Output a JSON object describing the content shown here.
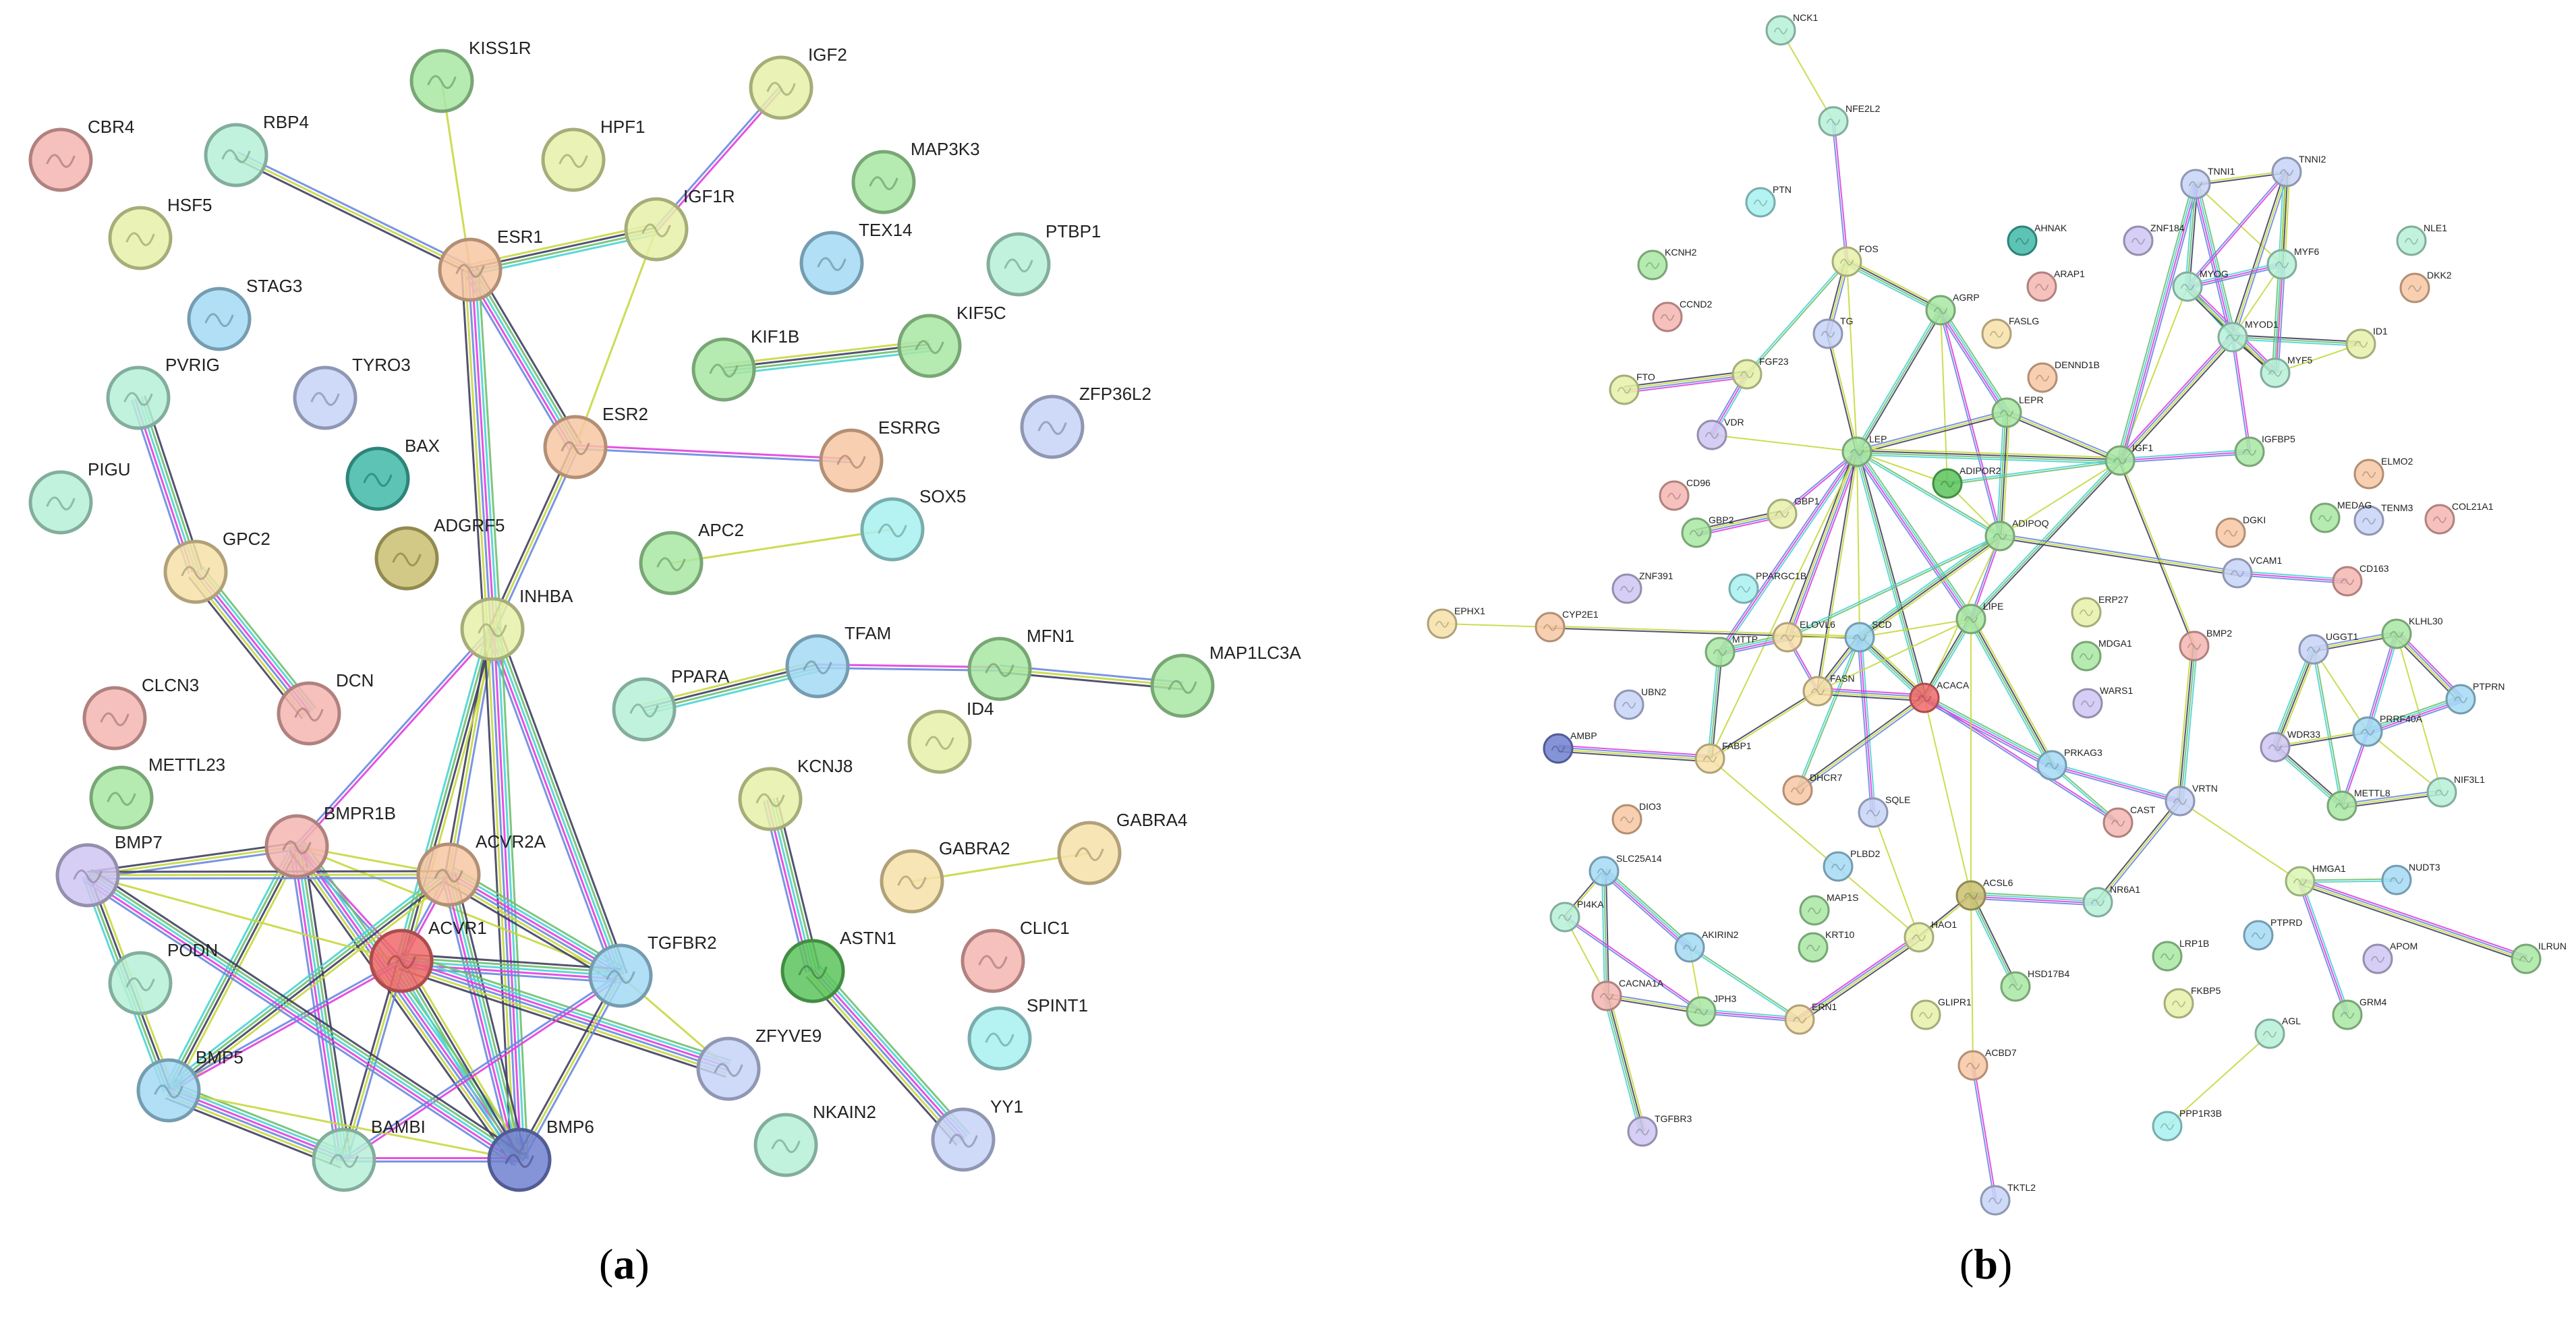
{
  "captions": {
    "a": "a",
    "b": "b"
  },
  "palette": [
    "#a8e6a3",
    "#a3d9f5",
    "#f5b5b0",
    "#cfc6f2",
    "#f6e0a8",
    "#b6f0d8",
    "#f7c7a3",
    "#c7d2f7",
    "#e6f0a8",
    "#f2a8d9",
    "#a8f0f0",
    "#d9f5b0"
  ],
  "panel_a": {
    "nodes": [
      {
        "id": "KISS1R",
        "c": "#a8e6a3"
      },
      {
        "id": "IGF2",
        "c": "#e6f0a8"
      },
      {
        "id": "CBR4",
        "c": "#f5b5b0"
      },
      {
        "id": "RBP4",
        "c": "#b6f0d8"
      },
      {
        "id": "HPF1",
        "c": "#e6f0a8"
      },
      {
        "id": "MAP3K3",
        "c": "#a8e6a3"
      },
      {
        "id": "HSF5",
        "c": "#e6f0a8"
      },
      {
        "id": "ESR1",
        "c": "#f7c7a3"
      },
      {
        "id": "IGF1R",
        "c": "#e6f0a8"
      },
      {
        "id": "TEX14",
        "c": "#a3d9f5"
      },
      {
        "id": "PTBP1",
        "c": "#b6f0d8"
      },
      {
        "id": "STAG3",
        "c": "#a3d9f5"
      },
      {
        "id": "KIF5C",
        "c": "#a8e6a3"
      },
      {
        "id": "PVRIG",
        "c": "#b6f0d8"
      },
      {
        "id": "TYRO3",
        "c": "#c7d2f7"
      },
      {
        "id": "KIF1B",
        "c": "#a8e6a3"
      },
      {
        "id": "ZFP36L2",
        "c": "#c7d2f7"
      },
      {
        "id": "BAX",
        "c": "#3fb8a8"
      },
      {
        "id": "ESR2",
        "c": "#f7c7a3"
      },
      {
        "id": "ESRRG",
        "c": "#f7c7a3"
      },
      {
        "id": "PIGU",
        "c": "#b6f0d8"
      },
      {
        "id": "ADGRF5",
        "c": "#c9c070"
      },
      {
        "id": "SOX5",
        "c": "#a8f0f0"
      },
      {
        "id": "GPC2",
        "c": "#f6e0a8"
      },
      {
        "id": "APC2",
        "c": "#a8e6a3"
      },
      {
        "id": "INHBA",
        "c": "#e6f0a8"
      },
      {
        "id": "TFAM",
        "c": "#a3d9f5"
      },
      {
        "id": "MFN1",
        "c": "#a8e6a3"
      },
      {
        "id": "MAP1LC3A",
        "c": "#a8e6a3"
      },
      {
        "id": "PPARA",
        "c": "#b6f0d8"
      },
      {
        "id": "CLCN3",
        "c": "#f5b5b0"
      },
      {
        "id": "DCN",
        "c": "#f5b5b0"
      },
      {
        "id": "ID4",
        "c": "#e6f0a8"
      },
      {
        "id": "METTL23",
        "c": "#a8e6a3"
      },
      {
        "id": "KCNJ8",
        "c": "#e6f0a8"
      },
      {
        "id": "BMPR1B",
        "c": "#f5b5b0"
      },
      {
        "id": "BMP7",
        "c": "#cfc6f2"
      },
      {
        "id": "ACVR2A",
        "c": "#f7c7a3"
      },
      {
        "id": "GABRA2",
        "c": "#f6e0a8"
      },
      {
        "id": "GABRA4",
        "c": "#f6e0a8"
      },
      {
        "id": "ACVR1",
        "c": "#f06a6a"
      },
      {
        "id": "PODN",
        "c": "#b6f0d8"
      },
      {
        "id": "TGFBR2",
        "c": "#a3d9f5"
      },
      {
        "id": "ASTN1",
        "c": "#5cc45c"
      },
      {
        "id": "CLIC1",
        "c": "#f5b5b0"
      },
      {
        "id": "SPINT1",
        "c": "#a8f0f0"
      },
      {
        "id": "BMP5",
        "c": "#a3d9f5"
      },
      {
        "id": "ZFYVE9",
        "c": "#c7d2f7"
      },
      {
        "id": "BAMBI",
        "c": "#b6f0d8"
      },
      {
        "id": "BMP6",
        "c": "#7080d0"
      },
      {
        "id": "NKAIN2",
        "c": "#b6f0d8"
      },
      {
        "id": "YY1",
        "c": "#c7d2f7"
      }
    ],
    "edges": [
      [
        "KISS1R",
        "ESR1"
      ],
      [
        "IGF2",
        "IGF1R"
      ],
      [
        "RBP4",
        "ESR1"
      ],
      [
        "ESR1",
        "IGF1R"
      ],
      [
        "ESR1",
        "ESR2"
      ],
      [
        "ESR1",
        "INHBA"
      ],
      [
        "IGF1R",
        "ESR2"
      ],
      [
        "ESR2",
        "ESRRG"
      ],
      [
        "ESR2",
        "INHBA"
      ],
      [
        "KIF1B",
        "KIF5C"
      ],
      [
        "PVRIG",
        "GPC2"
      ],
      [
        "GPC2",
        "DCN"
      ],
      [
        "APC2",
        "SOX5"
      ],
      [
        "TFAM",
        "MFN1"
      ],
      [
        "MFN1",
        "MAP1LC3A"
      ],
      [
        "PPARA",
        "TFAM"
      ],
      [
        "KCNJ8",
        "ASTN1"
      ],
      [
        "ASTN1",
        "YY1"
      ],
      [
        "GABRA2",
        "GABRA4"
      ],
      [
        "INHBA",
        "BMPR1B"
      ],
      [
        "INHBA",
        "ACVR2A"
      ],
      [
        "INHBA",
        "ACVR1"
      ],
      [
        "INHBA",
        "TGFBR2"
      ],
      [
        "INHBA",
        "BMP6"
      ],
      [
        "BMPR1B",
        "ACVR2A"
      ],
      [
        "BMPR1B",
        "ACVR1"
      ],
      [
        "BMPR1B",
        "BMP7"
      ],
      [
        "BMPR1B",
        "BMP5"
      ],
      [
        "BMPR1B",
        "BAMBI"
      ],
      [
        "BMPR1B",
        "BMP6"
      ],
      [
        "BMPR1B",
        "TGFBR2"
      ],
      [
        "ACVR2A",
        "ACVR1"
      ],
      [
        "ACVR2A",
        "BMP7"
      ],
      [
        "ACVR2A",
        "BMP5"
      ],
      [
        "ACVR2A",
        "BMP6"
      ],
      [
        "ACVR2A",
        "TGFBR2"
      ],
      [
        "ACVR1",
        "BMP7"
      ],
      [
        "ACVR1",
        "BMP5"
      ],
      [
        "ACVR1",
        "BAMBI"
      ],
      [
        "ACVR1",
        "BMP6"
      ],
      [
        "ACVR1",
        "TGFBR2"
      ],
      [
        "ACVR1",
        "ZFYVE9"
      ],
      [
        "TGFBR2",
        "ZFYVE9"
      ],
      [
        "TGFBR2",
        "BAMBI"
      ],
      [
        "TGFBR2",
        "BMP6"
      ],
      [
        "BMP7",
        "BMP5"
      ],
      [
        "BMP7",
        "BMP6"
      ],
      [
        "BMP5",
        "BAMBI"
      ],
      [
        "BMP5",
        "BMP6"
      ],
      [
        "BAMBI",
        "BMP6"
      ]
    ]
  },
  "panel_b": {
    "nodes": [
      {
        "id": "NCK1",
        "c": "#b6f0d8"
      },
      {
        "id": "NFE2L2",
        "c": "#b6f0d8"
      },
      {
        "id": "PTN",
        "c": "#a8f0f0"
      },
      {
        "id": "FOS",
        "c": "#e6f0a8"
      },
      {
        "id": "AHNAK",
        "c": "#3fb8a8"
      },
      {
        "id": "ARAP1",
        "c": "#f5b5b0"
      },
      {
        "id": "ZNF184",
        "c": "#cfc6f2"
      },
      {
        "id": "TNNI1",
        "c": "#c7d2f7"
      },
      {
        "id": "TNNI2",
        "c": "#c7d2f7"
      },
      {
        "id": "NLE1",
        "c": "#b6f0d8"
      },
      {
        "id": "KCNH2",
        "c": "#a8e6a3"
      },
      {
        "id": "CCND2",
        "c": "#f5b5b0"
      },
      {
        "id": "TG",
        "c": "#c7d2f7"
      },
      {
        "id": "AGRP",
        "c": "#a8e6a3"
      },
      {
        "id": "FASLG",
        "c": "#f6e0a8"
      },
      {
        "id": "MYOG",
        "c": "#b6f0d8"
      },
      {
        "id": "MYF6",
        "c": "#b6f0d8"
      },
      {
        "id": "DKK2",
        "c": "#f7c7a3"
      },
      {
        "id": "FTO",
        "c": "#e6f0a8"
      },
      {
        "id": "FGF23",
        "c": "#e6f0a8"
      },
      {
        "id": "DENND1B",
        "c": "#f7c7a3"
      },
      {
        "id": "MYOD1",
        "c": "#b6f0d8"
      },
      {
        "id": "ID1",
        "c": "#e6f0a8"
      },
      {
        "id": "MYF5",
        "c": "#b6f0d8"
      },
      {
        "id": "VDR",
        "c": "#cfc6f2"
      },
      {
        "id": "LEPR",
        "c": "#a8e6a3"
      },
      {
        "id": "IGF1",
        "c": "#a8e6a3"
      },
      {
        "id": "IGFBP5",
        "c": "#a8e6a3"
      },
      {
        "id": "ELMO2",
        "c": "#f7c7a3"
      },
      {
        "id": "LEP",
        "c": "#a8e6a3"
      },
      {
        "id": "TENM3",
        "c": "#c7d2f7"
      },
      {
        "id": "CD96",
        "c": "#f5b5b0"
      },
      {
        "id": "ADIPOR2",
        "c": "#5cc45c"
      },
      {
        "id": "GBP1",
        "c": "#e6f0a8"
      },
      {
        "id": "DGKI",
        "c": "#f7c7a3"
      },
      {
        "id": "MEDAG",
        "c": "#a8e6a3"
      },
      {
        "id": "COL21A1",
        "c": "#f5b5b0"
      },
      {
        "id": "GBP2",
        "c": "#a8e6a3"
      },
      {
        "id": "ADIPOQ",
        "c": "#a8e6a3"
      },
      {
        "id": "ZNF391",
        "c": "#cfc6f2"
      },
      {
        "id": "PPARGC1B",
        "c": "#a8f0f0"
      },
      {
        "id": "VCAM1",
        "c": "#c7d2f7"
      },
      {
        "id": "CD163",
        "c": "#f5b5b0"
      },
      {
        "id": "ERP27",
        "c": "#e6f0a8"
      },
      {
        "id": "EPHX1",
        "c": "#f6e0a8"
      },
      {
        "id": "CYP2E1",
        "c": "#f7c7a3"
      },
      {
        "id": "MTTP",
        "c": "#a8e6a3"
      },
      {
        "id": "ELOVL6",
        "c": "#f6e0a8"
      },
      {
        "id": "SCD",
        "c": "#a3d9f5"
      },
      {
        "id": "LIPE",
        "c": "#a8e6a3"
      },
      {
        "id": "MDGA1",
        "c": "#a8e6a3"
      },
      {
        "id": "BMP2",
        "c": "#f5b5b0"
      },
      {
        "id": "UGGT1",
        "c": "#c7d2f7"
      },
      {
        "id": "KLHL30",
        "c": "#a8e6a3"
      },
      {
        "id": "UBN2",
        "c": "#c7d2f7"
      },
      {
        "id": "FASN",
        "c": "#f6e0a8"
      },
      {
        "id": "ACACA",
        "c": "#f06a6a"
      },
      {
        "id": "WARS1",
        "c": "#cfc6f2"
      },
      {
        "id": "PTPRN",
        "c": "#a3d9f5"
      },
      {
        "id": "PRRF40A",
        "c": "#a3d9f5"
      },
      {
        "id": "WDR33",
        "c": "#cfc6f2"
      },
      {
        "id": "AMBP",
        "c": "#7080d0"
      },
      {
        "id": "FABP1",
        "c": "#f6e0a8"
      },
      {
        "id": "PRKAG3",
        "c": "#a3d9f5"
      },
      {
        "id": "NIF3L1",
        "c": "#b6f0d8"
      },
      {
        "id": "DHCR7",
        "c": "#f7c7a3"
      },
      {
        "id": "VRTN",
        "c": "#c7d2f7"
      },
      {
        "id": "METTL8",
        "c": "#a8e6a3"
      },
      {
        "id": "DIO3",
        "c": "#f7c7a3"
      },
      {
        "id": "SQLE",
        "c": "#c7d2f7"
      },
      {
        "id": "CAST",
        "c": "#f5b5b0"
      },
      {
        "id": "SLC25A14",
        "c": "#a3d9f5"
      },
      {
        "id": "PLBD2",
        "c": "#a3d9f5"
      },
      {
        "id": "HMGA1",
        "c": "#d9f5b0"
      },
      {
        "id": "NUDT3",
        "c": "#a3d9f5"
      },
      {
        "id": "ACSL6",
        "c": "#c9c070"
      },
      {
        "id": "PI4KA",
        "c": "#b6f0d8"
      },
      {
        "id": "MAP1S",
        "c": "#a8e6a3"
      },
      {
        "id": "NR6A1",
        "c": "#b6f0d8"
      },
      {
        "id": "AKIRIN2",
        "c": "#a3d9f5"
      },
      {
        "id": "PTPRD",
        "c": "#a3d9f5"
      },
      {
        "id": "APOM",
        "c": "#cfc6f2"
      },
      {
        "id": "ILRUN",
        "c": "#a8e6a3"
      },
      {
        "id": "KRT10",
        "c": "#a8e6a3"
      },
      {
        "id": "CACNA1A",
        "c": "#f5b5b0"
      },
      {
        "id": "HAO1",
        "c": "#e6f0a8"
      },
      {
        "id": "LRP1B",
        "c": "#a8e6a3"
      },
      {
        "id": "JPH3",
        "c": "#a8e6a3"
      },
      {
        "id": "ERN1",
        "c": "#f6e0a8"
      },
      {
        "id": "HSD17B4",
        "c": "#a8e6a3"
      },
      {
        "id": "FKBP5",
        "c": "#e6f0a8"
      },
      {
        "id": "GRM4",
        "c": "#a8e6a3"
      },
      {
        "id": "GLIPR1",
        "c": "#e6f0a8"
      },
      {
        "id": "AGL",
        "c": "#b6f0d8"
      },
      {
        "id": "ACBD7",
        "c": "#f7c7a3"
      },
      {
        "id": "TGFBR3",
        "c": "#cfc6f2"
      },
      {
        "id": "PPP1R3B",
        "c": "#a8f0f0"
      },
      {
        "id": "TKTL2",
        "c": "#c7d2f7"
      }
    ],
    "edges": [
      [
        "NCK1",
        "NFE2L2"
      ],
      [
        "NFE2L2",
        "FOS"
      ],
      [
        "FOS",
        "TG"
      ],
      [
        "FOS",
        "AGRP"
      ],
      [
        "FOS",
        "LEP"
      ],
      [
        "FOS",
        "FGF23"
      ],
      [
        "FGF23",
        "VDR"
      ],
      [
        "FGF23",
        "FTO"
      ],
      [
        "VDR",
        "LEP"
      ],
      [
        "TG",
        "LEP"
      ],
      [
        "AGRP",
        "LEP"
      ],
      [
        "AGRP",
        "LEPR"
      ],
      [
        "AGRP",
        "ADIPOR2"
      ],
      [
        "AGRP",
        "ADIPOQ"
      ],
      [
        "LEP",
        "LEPR"
      ],
      [
        "LEP",
        "IGF1"
      ],
      [
        "LEP",
        "ADIPOR2"
      ],
      [
        "LEP",
        "ADIPOQ"
      ],
      [
        "LEP",
        "MTTP"
      ],
      [
        "LEP",
        "ELOVL6"
      ],
      [
        "LEP",
        "SCD"
      ],
      [
        "LEP",
        "FASN"
      ],
      [
        "LEP",
        "ACACA"
      ],
      [
        "LEP",
        "LIPE"
      ],
      [
        "LEP",
        "FABP1"
      ],
      [
        "LEP",
        "GBP1"
      ],
      [
        "LEPR",
        "IGF1"
      ],
      [
        "LEPR",
        "ADIPOQ"
      ],
      [
        "IGF1",
        "ADIPOQ"
      ],
      [
        "IGF1",
        "ADIPOR2"
      ],
      [
        "IGF1",
        "IGFBP5"
      ],
      [
        "IGF1",
        "MYOD1"
      ],
      [
        "IGF1",
        "MYOG"
      ],
      [
        "IGF1",
        "BMP2"
      ],
      [
        "IGF1",
        "LIPE"
      ],
      [
        "IGF1",
        "TNNI1"
      ],
      [
        "ADIPOR2",
        "ADIPOQ"
      ],
      [
        "ADIPOQ",
        "LIPE"
      ],
      [
        "ADIPOQ",
        "VCAM1"
      ],
      [
        "ADIPOQ",
        "SCD"
      ],
      [
        "ADIPOQ",
        "ACACA"
      ],
      [
        "ADIPOQ",
        "ELOVL6"
      ],
      [
        "VCAM1",
        "CD163"
      ],
      [
        "GBP1",
        "GBP2"
      ],
      [
        "EPHX1",
        "CYP2E1"
      ],
      [
        "CYP2E1",
        "SCD"
      ],
      [
        "MTTP",
        "FABP1"
      ],
      [
        "MTTP",
        "ELOVL6"
      ],
      [
        "ELOVL6",
        "SCD"
      ],
      [
        "ELOVL6",
        "FASN"
      ],
      [
        "SCD",
        "FASN"
      ],
      [
        "SCD",
        "ACACA"
      ],
      [
        "SCD",
        "LIPE"
      ],
      [
        "SCD",
        "DHCR7"
      ],
      [
        "SCD",
        "SQLE"
      ],
      [
        "FASN",
        "ACACA"
      ],
      [
        "FASN",
        "LIPE"
      ],
      [
        "FASN",
        "FABP1"
      ],
      [
        "ACACA",
        "LIPE"
      ],
      [
        "ACACA",
        "PRKAG3"
      ],
      [
        "ACACA",
        "ACSL6"
      ],
      [
        "ACACA",
        "CAST"
      ],
      [
        "ACACA",
        "DHCR7"
      ],
      [
        "LIPE",
        "PRKAG3"
      ],
      [
        "LIPE",
        "ACSL6"
      ],
      [
        "PRKAG3",
        "CAST"
      ],
      [
        "PRKAG3",
        "VRTN"
      ],
      [
        "AMBP",
        "FABP1"
      ],
      [
        "FABP1",
        "HAO1"
      ],
      [
        "ACSL6",
        "HAO1"
      ],
      [
        "ACSL6",
        "HSD17B4"
      ],
      [
        "ACSL6",
        "NR6A1"
      ],
      [
        "ACSL6",
        "ACBD7"
      ],
      [
        "ACBD7",
        "TKTL2"
      ],
      [
        "VRTN",
        "NR6A1"
      ],
      [
        "VRTN",
        "BMP2"
      ],
      [
        "VRTN",
        "HMGA1"
      ],
      [
        "HMGA1",
        "NUDT3"
      ],
      [
        "HMGA1",
        "GRM4"
      ],
      [
        "HMGA1",
        "ILRUN"
      ],
      [
        "AGL",
        "PPP1R3B"
      ],
      [
        "SLC25A14",
        "PI4KA"
      ],
      [
        "SLC25A14",
        "CACNA1A"
      ],
      [
        "SLC25A14",
        "AKIRIN2"
      ],
      [
        "PI4KA",
        "CACNA1A"
      ],
      [
        "PI4KA",
        "JPH3"
      ],
      [
        "CACNA1A",
        "JPH3"
      ],
      [
        "CACNA1A",
        "TGFBR3"
      ],
      [
        "AKIRIN2",
        "JPH3"
      ],
      [
        "AKIRIN2",
        "ERN1"
      ],
      [
        "JPH3",
        "ERN1"
      ],
      [
        "ERN1",
        "HAO1"
      ],
      [
        "HAO1",
        "SQLE"
      ],
      [
        "TNNI1",
        "TNNI2"
      ],
      [
        "TNNI1",
        "MYOG"
      ],
      [
        "TNNI1",
        "MYOD1"
      ],
      [
        "TNNI1",
        "MYF6"
      ],
      [
        "TNNI2",
        "MYOG"
      ],
      [
        "TNNI2",
        "MYOD1"
      ],
      [
        "TNNI2",
        "MYF6"
      ],
      [
        "TNNI2",
        "MYF5"
      ],
      [
        "MYOG",
        "MYOD1"
      ],
      [
        "MYOG",
        "MYF6"
      ],
      [
        "MYOG",
        "MYF5"
      ],
      [
        "MYOD1",
        "MYF6"
      ],
      [
        "MYOD1",
        "MYF5"
      ],
      [
        "MYOD1",
        "ID1"
      ],
      [
        "MYF5",
        "MYF6"
      ],
      [
        "MYF5",
        "ID1"
      ],
      [
        "MYOD1",
        "IGFBP5"
      ],
      [
        "UGGT1",
        "KLHL30"
      ],
      [
        "UGGT1",
        "WDR33"
      ],
      [
        "UGGT1",
        "PRRF40A"
      ],
      [
        "UGGT1",
        "METTL8"
      ],
      [
        "KLHL30",
        "PRRF40A"
      ],
      [
        "KLHL30",
        "PTPRN"
      ],
      [
        "KLHL30",
        "NIF3L1"
      ],
      [
        "WDR33",
        "PRRF40A"
      ],
      [
        "WDR33",
        "METTL8"
      ],
      [
        "PRRF40A",
        "PTPRN"
      ],
      [
        "PRRF40A",
        "NIF3L1"
      ],
      [
        "PRRF40A",
        "METTL8"
      ],
      [
        "METTL8",
        "NIF3L1"
      ]
    ]
  }
}
